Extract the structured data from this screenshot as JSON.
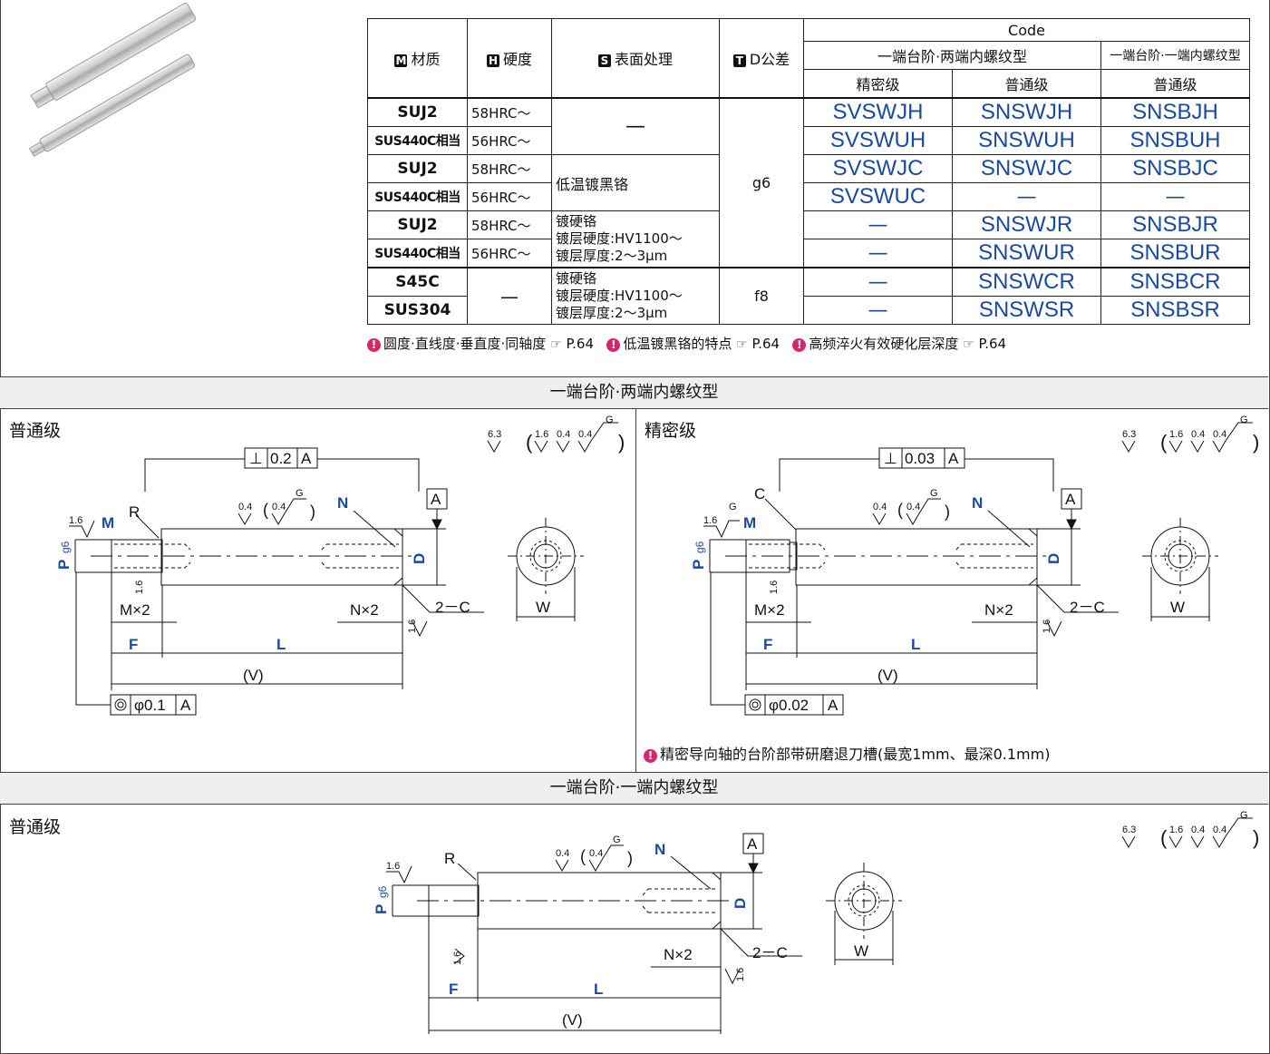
{
  "table": {
    "headers": {
      "material": "材质",
      "hardness": "硬度",
      "surface": "表面处理",
      "tolerance": "D公差",
      "code": "Code",
      "type_double": "一端台阶·两端内螺纹型",
      "type_single": "一端台阶·一端内螺纹型",
      "precision": "精密级",
      "normal": "普通级",
      "normal2": "普通级",
      "badge_m": "M",
      "badge_h": "H",
      "badge_s": "S",
      "badge_t": "T"
    },
    "rows": [
      {
        "material": "SUJ2",
        "hardness": "58HRC～",
        "precision": "SVSWJH",
        "normal": "SNSWJH",
        "single": "SNSBJH"
      },
      {
        "material": "SUS440C相当",
        "hardness": "56HRC～",
        "precision": "SVSWUH",
        "normal": "SNSWUH",
        "single": "SNSBUH"
      },
      {
        "material": "SUJ2",
        "hardness": "58HRC～",
        "precision": "SVSWJC",
        "normal": "SNSWJC",
        "single": "SNSBJC"
      },
      {
        "material": "SUS440C相当",
        "hardness": "56HRC～",
        "precision": "SVSWUC",
        "normal": "—",
        "single": "—"
      },
      {
        "material": "SUJ2",
        "hardness": "58HRC～",
        "precision": "—",
        "normal": "SNSWJR",
        "single": "SNSBJR"
      },
      {
        "material": "SUS440C相当",
        "hardness": "56HRC～",
        "precision": "—",
        "normal": "SNSWUR",
        "single": "SNSBUR"
      },
      {
        "material": "S45C",
        "hardness": "—",
        "precision": "—",
        "normal": "SNSWCR",
        "single": "SNSBCR"
      },
      {
        "material": "SUS304",
        "hardness": "",
        "precision": "—",
        "normal": "SNSWSR",
        "single": "SNSBSR"
      }
    ],
    "surface": {
      "none": "—",
      "black_chrome": "低温镀黑铬",
      "hard_chrome_1": "镀硬铬",
      "hard_chrome_2": "镀层硬度:HV1100～",
      "hard_chrome_3": "镀层厚度:2～3μm"
    },
    "tolerance": {
      "g6": "g6",
      "f8": "f8"
    }
  },
  "notes": [
    {
      "text": "圆度·直线度·垂直度·同轴度",
      "ref": "P.64"
    },
    {
      "text": "低温镀黑铬的特点",
      "ref": "P.64"
    },
    {
      "text": "高频淬火有效硬化层深度",
      "ref": "P.64"
    }
  ],
  "hand_icon": "pointing-hand-icon",
  "sections": {
    "double": "一端台阶·两端内螺纹型",
    "single": "一端台阶·一端内螺纹型"
  },
  "drawings": {
    "normal_label": "普通级",
    "precision_label": "精密级",
    "precision_note": "精密导向轴的台阶部带研磨退刀槽(最宽1mm、最深0.1mm)",
    "perp_tol_normal": "0.2",
    "perp_tol_precision": "0.03",
    "conc_tol_normal": "φ0.1",
    "conc_tol_precision": "φ0.02",
    "datum": "A",
    "dims": {
      "M": "M",
      "N": "N",
      "R": "R",
      "C": "C",
      "P": "P",
      "P_sub": "g6",
      "D": "D",
      "W": "W",
      "MX2": "M×2",
      "NX2": "N×2",
      "twoC": "2－C",
      "F": "F",
      "L": "L",
      "V": "(V)"
    },
    "roughness": {
      "r63": "6.3",
      "r16": "1.6",
      "r04": "0.4",
      "G": "G"
    }
  },
  "colors": {
    "blue": "#1a4aa0",
    "accent": "#d6256d"
  }
}
